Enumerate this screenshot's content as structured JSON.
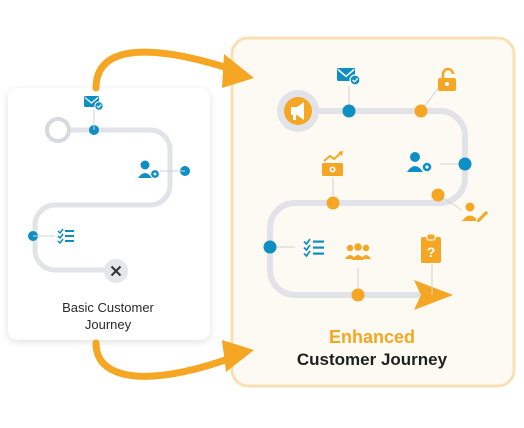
{
  "basic": {
    "label_line1": "Basic Customer",
    "label_line2": "Journey"
  },
  "enhanced": {
    "title_line1": "Enhanced",
    "title_line2": "Customer Journey"
  },
  "colors": {
    "accent": "#f5a623",
    "teal": "#0e8fc4",
    "path": "#e1e3e8",
    "panel_border": "#f9dfb3",
    "panel_bg": "#fdfaf3",
    "card_bg": "#ffffff"
  },
  "icons": {
    "basic": [
      "email-check-icon",
      "user-settings-icon",
      "checklist-icon",
      "close-icon"
    ],
    "enhanced": [
      "megaphone-icon",
      "email-check-icon",
      "unlock-icon",
      "growth-chart-icon",
      "user-settings-icon",
      "user-edit-icon",
      "checklist-icon",
      "group-icon",
      "clipboard-question-icon"
    ]
  }
}
